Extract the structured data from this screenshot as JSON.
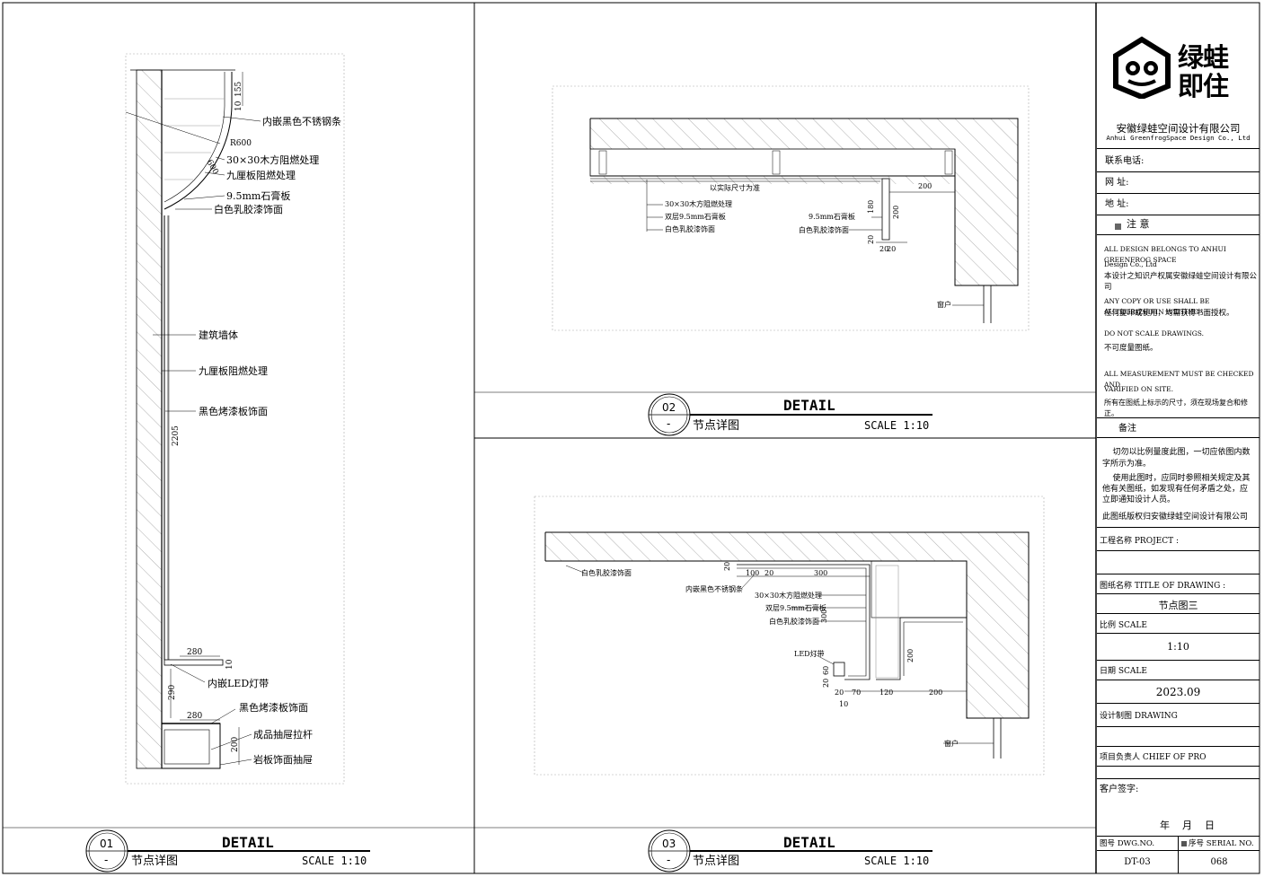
{
  "detail1": {
    "number": "01",
    "dash": "-",
    "title": "DETAIL",
    "subtitle": "节点详图",
    "scale": "SCALE 1:10",
    "labels": [
      "内嵌黑色不锈钢条",
      "30×30木方阻燃处理",
      "九厘板阻燃处理",
      "9.5mm石膏板",
      "白色乳胶漆饰面",
      "建筑墙体",
      "九厘板阻燃处理",
      "黑色烤漆板饰面",
      "内嵌LED灯带",
      "黑色烤漆板饰面",
      "成品抽屉拉杆",
      "岩板饰面抽屉"
    ],
    "dims": [
      "155",
      "10",
      "R600",
      "600",
      "2205",
      "280",
      "10",
      "290",
      "280",
      "200"
    ]
  },
  "detail2": {
    "number": "02",
    "dash": "-",
    "title": "DETAIL",
    "subtitle": "节点详图",
    "scale": "SCALE 1:10",
    "labels": [
      "以实际尺寸为准",
      "30×30木方阻燃处理",
      "双层9.5mm石膏板",
      "白色乳胶漆饰面",
      "9.5mm石膏板",
      "白色乳胶漆饰面",
      "窗户"
    ],
    "dims": [
      "200",
      "180",
      "200",
      "20",
      "20",
      "20"
    ]
  },
  "detail3": {
    "number": "03",
    "dash": "-",
    "title": "DETAIL",
    "subtitle": "节点详图",
    "scale": "SCALE 1:10",
    "labels": [
      "白色乳胶漆饰面",
      "内嵌黑色不锈钢条",
      "30×30木方阻燃处理",
      "双层9.5mm石膏板",
      "白色乳胶漆饰面",
      "LED灯带",
      "窗户"
    ],
    "dims": [
      "20",
      "100",
      "20",
      "300",
      "300",
      "200",
      "60",
      "20",
      "20",
      "70",
      "120",
      "200",
      "10"
    ]
  },
  "panel": {
    "company_cn": "安徽绿蛙空间设计有限公司",
    "company_en": "Anhui GreenfrogSpace Design Co., Ltd",
    "brand": "绿蛙即住",
    "phone_label": "联系电话:",
    "web_label": "网    址:",
    "addr_label": "地    址:",
    "notice_label": "注  意",
    "notice_lines": [
      "ALL DESIGN BELONGS TO ANHUI GREENFROG SPACE",
      "Design Co., Ltd",
      "本设计之知识产权属安徽绿蛙空间设计有限公司",
      "",
      "ANY COPY OR USE SHALL BE AUTHORIZED IN WEITING",
      "任何复印或使用，均需获得书面授权。",
      "",
      "DO NOT SCALE DRAWINGS.",
      "不可度量图纸。",
      "",
      "ALL MEASUREMENT MUST BE CHECKED AND",
      "VARIFIED ON SITE.",
      "所有在图纸上标示的尺寸，须在现场复合和修正。"
    ],
    "remarks_label": "备注",
    "remarks_lines": [
      "    切勿以比例量度此图，一切应依图内数",
      "字所示为准。",
      "    使用此图时，应同时参照相关规定及其",
      "他有关图纸，如发现有任何矛盾之处，应",
      "立即通知设计人员。",
      "此图纸版权归安徽绿蛙空间设计有限公司"
    ],
    "project_label": "工程名称 PROJECT :",
    "title_label": "图纸名称 TITLE  OF  DRAWING :",
    "title_value": "节点图三",
    "scale_label": "比例 SCALE",
    "scale_value": "1:10",
    "date_label": "日期 SCALE",
    "date_value": "2023.09",
    "drawing_label": "设计制图 DRAWING",
    "chief_label": "项目负责人 CHIEF OF PRO",
    "client_label": "客户签字:",
    "ymd": "年    月    日",
    "dwg_label": "图号 DWG.NO.",
    "serial_label": "序号 SERIAL NO.",
    "dwg_value": "DT-03",
    "serial_value": "068"
  }
}
